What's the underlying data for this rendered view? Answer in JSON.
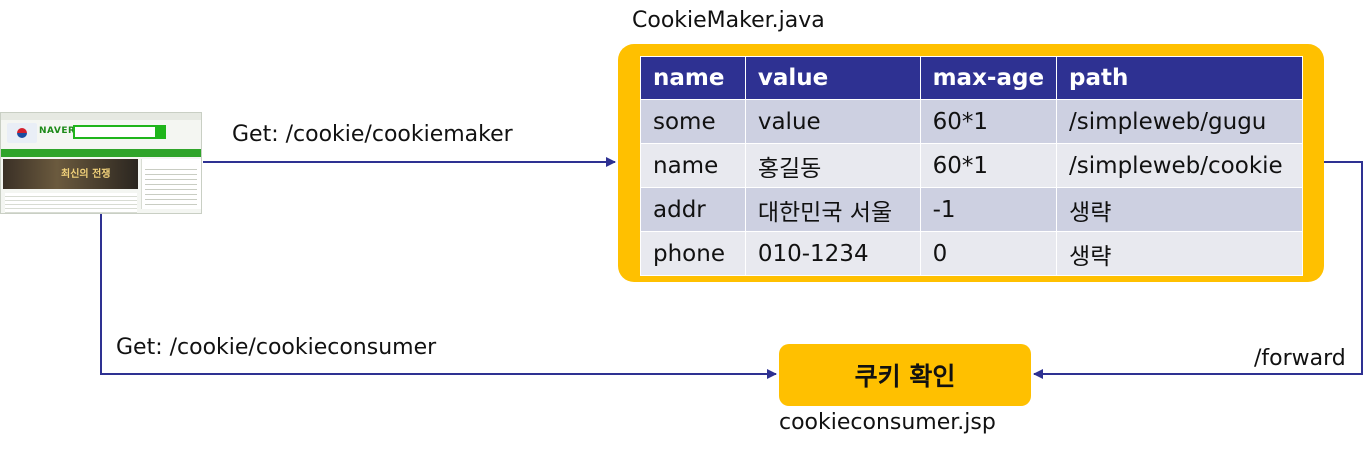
{
  "browser_thumbnail": {
    "brand": "NAVER",
    "banner_text": "최신의 전쟁"
  },
  "maker": {
    "file": "CookieMaker.java",
    "columns": [
      "name",
      "value",
      "max-age",
      "path"
    ],
    "rows": [
      [
        "some",
        "value",
        "60*1",
        "/simpleweb/gugu"
      ],
      [
        "name",
        "홍길동",
        "60*1",
        "/simpleweb/cookie"
      ],
      [
        "addr",
        "대한민국 서울",
        "-1",
        "생략"
      ],
      [
        "phone",
        "010-1234",
        "0",
        "생략"
      ]
    ]
  },
  "arrows": {
    "maker_request": "Get: /cookie/cookiemaker",
    "consumer_request": "Get: /cookie/cookieconsumer",
    "forward": "/forward"
  },
  "consumer": {
    "box_label": "쿠키 확인",
    "file": "cookieconsumer.jsp"
  },
  "colors": {
    "accent": "#ffc000",
    "header": "#2e3192",
    "arrow": "#2e3192"
  }
}
